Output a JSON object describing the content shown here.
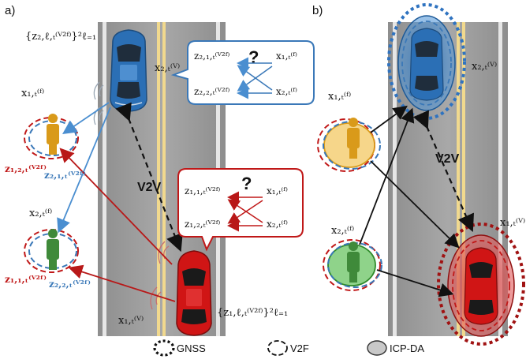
{
  "panels": {
    "a": "a)",
    "b": "b)"
  },
  "link_label": "V2V",
  "question_mark": "?",
  "legend": {
    "gnss": "GNSS",
    "v2f": "V2F",
    "icp": "ICP-DA"
  },
  "labels": {
    "x_v_2": "x₂,ₜ⁽ⱽ⁾",
    "x_v_1": "x₁,ₜ⁽ⱽ⁾",
    "x_f_1": "x₁,ₜ⁽ᶠ⁾",
    "x_f_2": "x₂,ₜ⁽ᶠ⁾",
    "z_set_2": "{z₂,ℓ,ₜ⁽ⱽ²ᶠ⁾}²ℓ₌₁",
    "z_set_1": "{z₁,ℓ,ₜ⁽ⱽ²ᶠ⁾}²ℓ₌₁",
    "z_121": "z₁,₂,ₜ⁽ⱽ²ᶠ⁾",
    "z_211": "z₂,₁,ₜ⁽ⱽ²ᶠ⁾",
    "z_111": "z₁,₁,ₜ⁽ⱽ²ᶠ⁾",
    "z_222": "z₂,₂,ₜ⁽ⱽ²ᶠ⁾",
    "z_bubble_top_1": "z₂,₁,ₜ⁽ⱽ²ᶠ⁾",
    "z_bubble_top_2": "z₂,₂,ₜ⁽ⱽ²ᶠ⁾",
    "z_bubble_bot_1": "z₁,₁,ₜ⁽ⱽ²ᶠ⁾",
    "z_bubble_bot_2": "z₁,₂,ₜ⁽ⱽ²ᶠ⁾",
    "x_bubble_1": "x₁,ₜ⁽ᶠ⁾",
    "x_bubble_2": "x₂,ₜ⁽ᶠ⁾"
  },
  "colors": {
    "blue": "#3a78b8",
    "red": "#c01818",
    "dark_red": "#a01212",
    "road": "#9c9c9c",
    "yellow": "#f0d080",
    "green": "#3f8a3a",
    "ped_yellow": "#d99a1a"
  }
}
